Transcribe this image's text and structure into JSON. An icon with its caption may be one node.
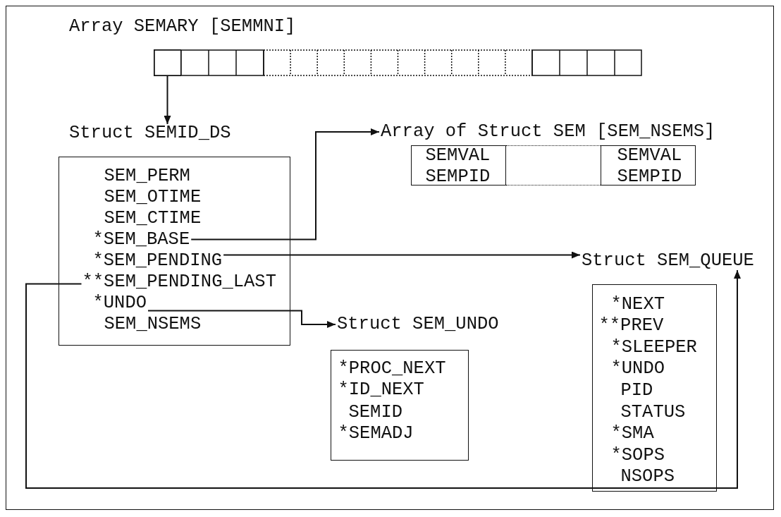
{
  "diagram": {
    "nodes": [
      {
        "text": [
          "Array SEMARY [SEMMNI]"
        ]
      },
      {
        "text": [],
        "shape": "box",
        "in": 0
      },
      {
        "text": [
          "Struct SEMID_DS"
        ]
      },
      {
        "text": [
          "SEM_PERM"
        ],
        "in": 2
      },
      {
        "text": [
          "SEM_OTIME"
        ],
        "in": 2
      },
      {
        "text": [
          "SEM_CTIME"
        ],
        "in": 2
      },
      {
        "text": [
          "*SEM_BASE"
        ],
        "in": 2
      },
      {
        "text": [
          "*SEM_PENDING"
        ],
        "in": 2
      },
      {
        "text": [
          "**SEM_PENDING_LAST"
        ],
        "in": 2
      },
      {
        "text": [
          "*UNDO"
        ],
        "in": 2
      },
      {
        "text": [
          "SEM_NSEMS"
        ],
        "in": 2
      },
      {
        "text": [
          "Array of Struct SEM [SEM_NSEMS]"
        ]
      },
      {
        "text": [
          "SEMVAL",
          "SEMPID"
        ],
        "in": 11
      },
      {
        "text": [],
        "shape": "box",
        "in": 11
      },
      {
        "text": [
          "SEMVAL",
          "SEMPID"
        ],
        "in": 11
      },
      {
        "text": [
          "Struct SEM_QUEUE",
          "*NEXT",
          "**PREV",
          "*SLEEPER",
          "*UNDO",
          "PID",
          "STATUS",
          "*SMA",
          "*SOPS",
          "NSOPS"
        ]
      },
      {
        "text": [
          "Struct SEM_UNDO",
          "*PROC_NEXT",
          "*ID_NEXT",
          "SEMID",
          "*SEMADJ"
        ]
      }
    ],
    "edges": [
      {
        "from": 1,
        "to": 2,
        "arrow": "to"
      },
      {
        "from": 6,
        "to": 11,
        "arrow": "to"
      },
      {
        "from": 7,
        "to": 15,
        "arrow": "to"
      },
      {
        "from": 8,
        "to": 15,
        "arrow": "to"
      },
      {
        "from": 9,
        "to": 16,
        "arrow": "to"
      }
    ]
  }
}
